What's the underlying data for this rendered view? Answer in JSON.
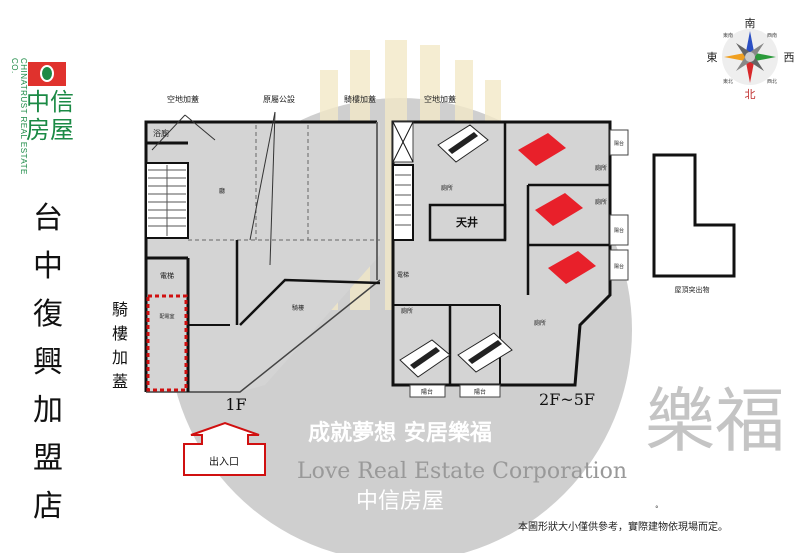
{
  "brand": {
    "logo_text": "中信房屋",
    "logo_side_text": "CHINATRUST REAL ESTATE CO.",
    "brand_color": "#1b8a45",
    "mark_color": "#e0322d"
  },
  "store_name": "台中復興加盟店",
  "watermark": {
    "big_text": "樂福",
    "english": "Love Real Estate Corporation",
    "slogan": "成就夢想 安居樂福",
    "overlay_logo": "中信房屋"
  },
  "compass": {
    "north": "北",
    "south": "南",
    "east": "東",
    "west": "西",
    "northeast": "東北",
    "northwest": "西北",
    "southeast": "東南",
    "southwest": "西南"
  },
  "plan_1f": {
    "floor_label": "1F",
    "top_labels": [
      "空地加蓋",
      "原屬公設",
      "騎樓加蓋"
    ],
    "rooms": {
      "bath": "浴廁",
      "hall": "廳",
      "elevator": "電梯",
      "meter_room": "配電室",
      "arcade": "騎樓"
    },
    "side_label": "騎樓加蓋",
    "entrance": "出入口"
  },
  "plan_2f": {
    "floor_label": "2F~5F",
    "top_label": "空地加蓋",
    "rooms": {
      "balcony": "陽台",
      "toilet": "廁所",
      "skylight": "天井",
      "elevator": "電梯"
    }
  },
  "rooftop_label": "屋頂突出物",
  "disclaimer": "本圖形狀大小僅供參考，實際建物依現場而定。"
}
